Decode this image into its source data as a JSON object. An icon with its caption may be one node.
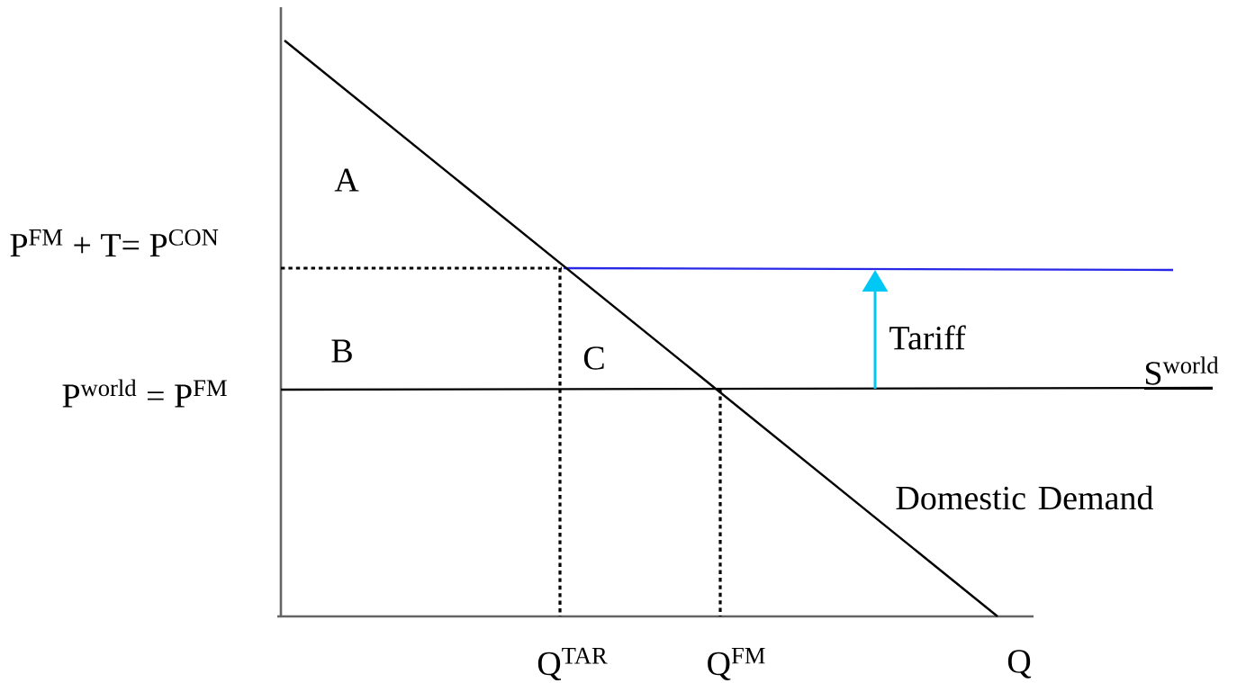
{
  "diagram": {
    "labels": [
      "A",
      "P$^{FM}$ + T= P$^{CON}$",
      "Tariff",
      "B",
      "C",
      "S$^{world}$",
      "P$^{world}$ = P$^{FM}$",
      "Domestic Demand",
      "Q$^{TAR}$",
      "Q$^{FM}$",
      "Q"
    ]
  }
}
